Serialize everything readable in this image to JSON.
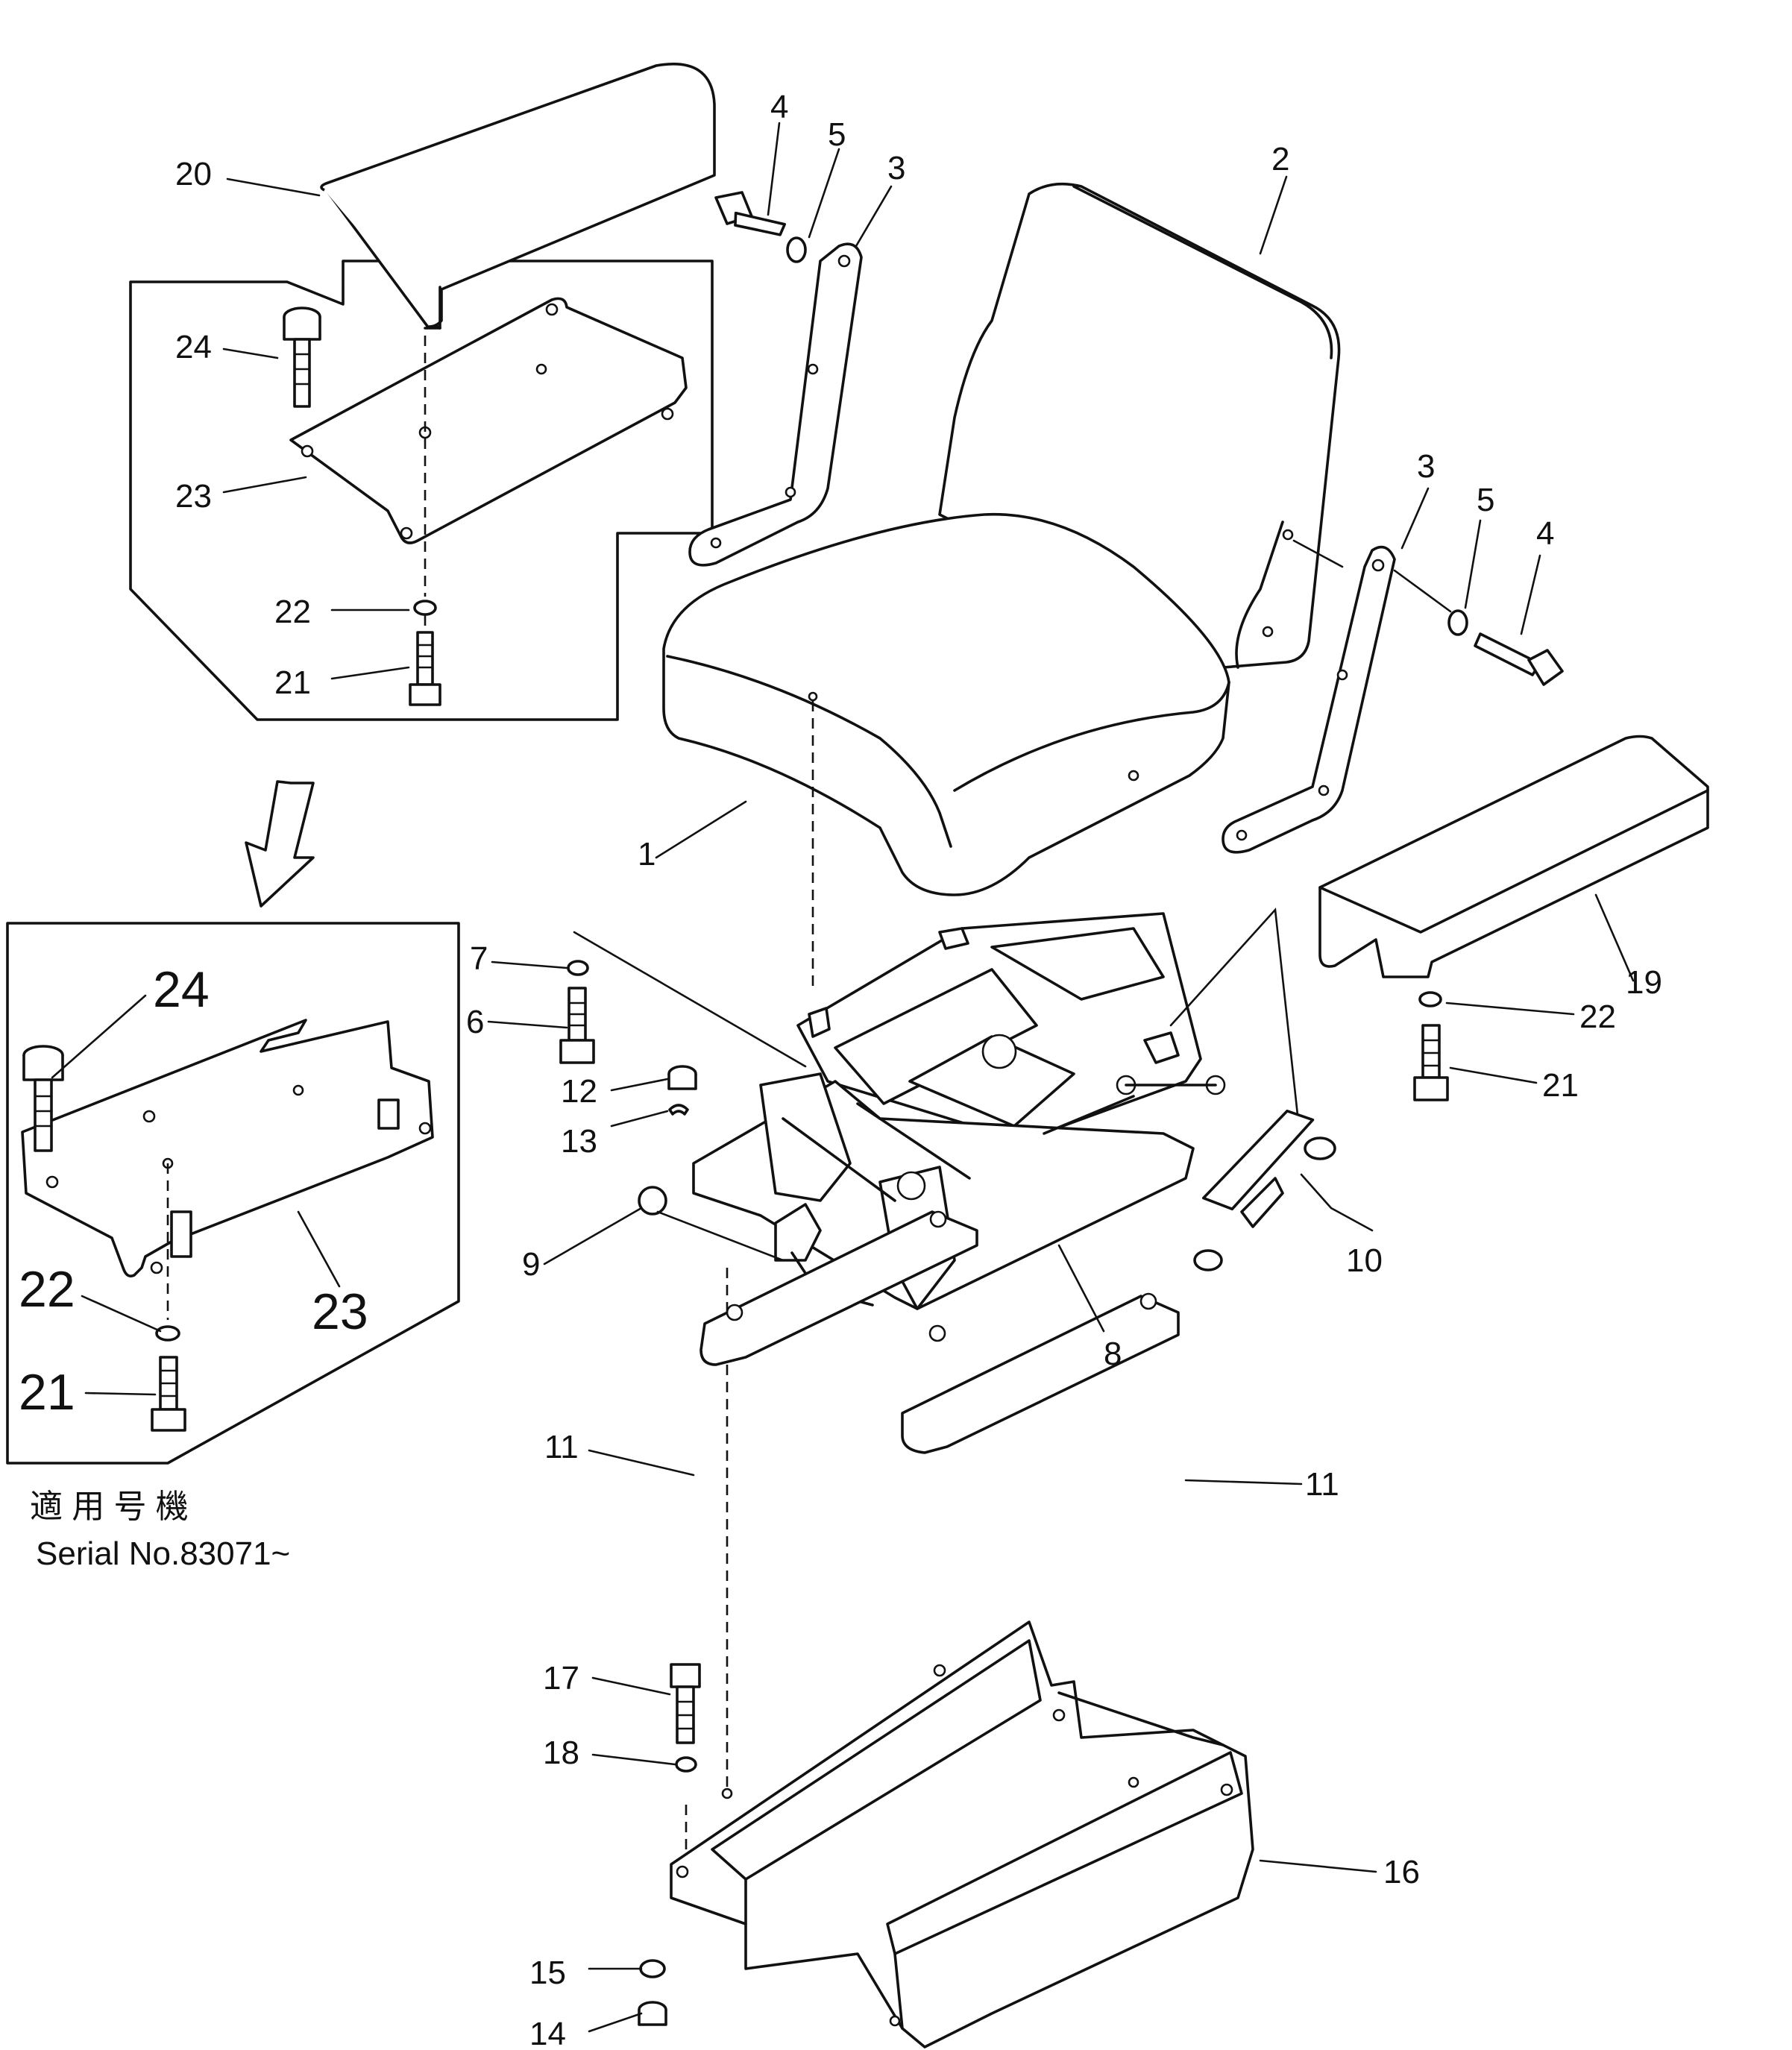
{
  "callouts": {
    "p1": "1",
    "p2": "2",
    "p3a": "3",
    "p3b": "3",
    "p4a": "4",
    "p4b": "4",
    "p5a": "5",
    "p5b": "5",
    "p6": "6",
    "p7": "7",
    "p8": "8",
    "p9": "9",
    "p10": "10",
    "p11a": "11",
    "p11b": "11",
    "p12": "12",
    "p13": "13",
    "p14": "14",
    "p15": "15",
    "p16": "16",
    "p17": "17",
    "p18": "18",
    "p19": "19",
    "p20": "20",
    "p21a": "21",
    "p21b": "21",
    "p21c": "21",
    "p22a": "22",
    "p22b": "22",
    "p22c": "22",
    "p23a": "23",
    "p23c": "23",
    "p24a": "24",
    "p24c": "24"
  },
  "note": {
    "line1": "適 用 号 機",
    "line2": "Serial  No.83071~"
  }
}
